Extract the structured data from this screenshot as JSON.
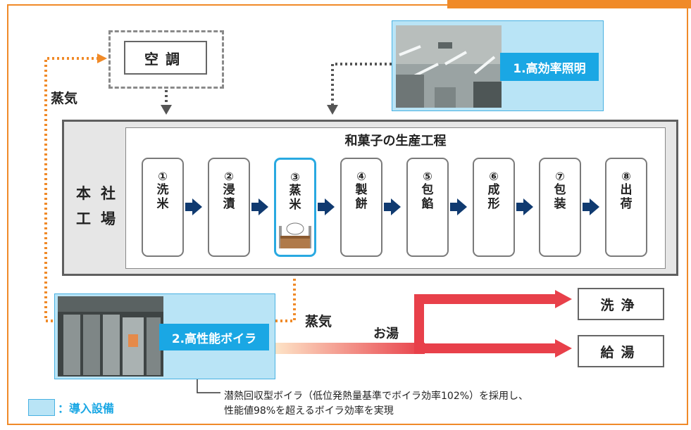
{
  "aircon": {
    "label": "空調"
  },
  "steam_label_left": "蒸気",
  "steam_label_boiler": "蒸気",
  "lighting": {
    "label": "1.高効率照明"
  },
  "factory": {
    "line1": "本社",
    "line2": "工場"
  },
  "process": {
    "title": "和菓子の生産工程",
    "steps": [
      {
        "num": "①",
        "name": "洗米"
      },
      {
        "num": "②",
        "name": "浸漬"
      },
      {
        "num": "③",
        "name": "蒸米"
      },
      {
        "num": "④",
        "name": "製餅"
      },
      {
        "num": "⑤",
        "name": "包餡"
      },
      {
        "num": "⑥",
        "name": "成形"
      },
      {
        "num": "⑦",
        "name": "包装"
      },
      {
        "num": "⑧",
        "name": "出荷"
      }
    ]
  },
  "boiler": {
    "label": "2.高性能ボイラ"
  },
  "hot_water_label": "お湯",
  "outputs": {
    "wash": "洗浄",
    "supply": "給湯"
  },
  "note": {
    "line1": "潜熱回収型ボイラ（低位発熱量基準でボイラ効率102%）を採用し、",
    "line2": "性能値98%を超えるボイラ効率を実現"
  },
  "legend": {
    "label": "：導入設備"
  },
  "colors": {
    "accent_orange": "#f08a28",
    "equipment_fill": "#b9e4f6",
    "equipment_label": "#1aa7e4",
    "arrow_navy": "#103a70",
    "hot_water_red": "#e8404a"
  }
}
